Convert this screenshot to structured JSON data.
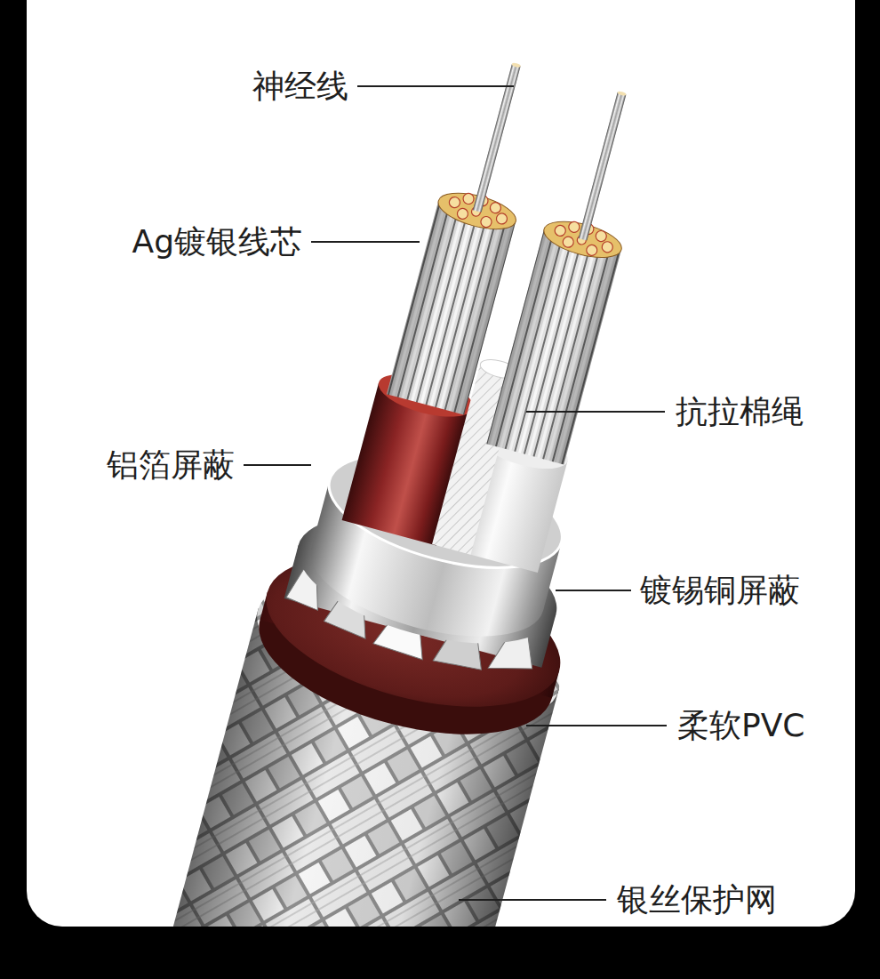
{
  "diagram": {
    "labels": [
      "神经线",
      "Ag镀银线芯",
      "抗拉棉绳",
      "铝箔屏蔽",
      "镀锡铜屏蔽",
      "柔软PVC",
      "银丝保护网"
    ]
  }
}
